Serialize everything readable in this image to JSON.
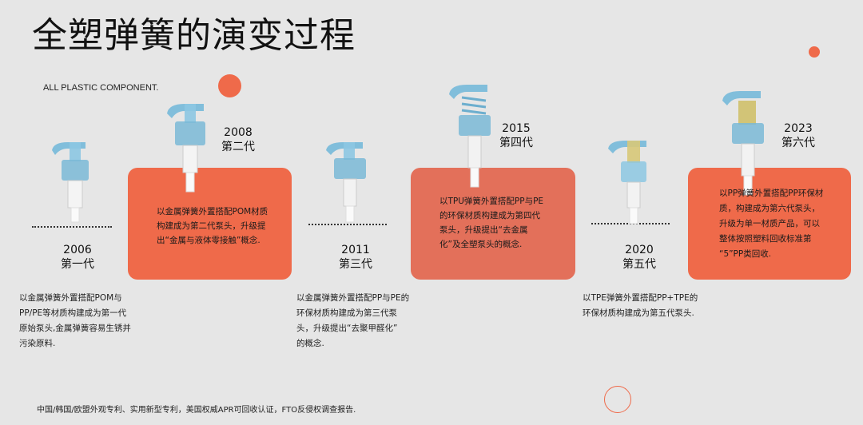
{
  "title": "全塑弹簧的演变过程",
  "subtitle": "ALL PLASTIC COMPONENT.",
  "accent_color": "#ef6a4a",
  "generations": [
    {
      "year": "2006",
      "gen": "第一代",
      "text": [
        "以金属弹簧外置搭配POM与",
        "PP/PE等材质构建成为第一代",
        "原始泵头,金属弹簧容易生锈并",
        "污染原料."
      ]
    },
    {
      "year": "2008",
      "gen": "第二代",
      "text": [
        "以金属弹簧外置搭配POM材质",
        "构建成为第二代泵头，升级提",
        "出“金属与液体零接触”概念."
      ]
    },
    {
      "year": "2011",
      "gen": "第三代",
      "text": [
        "以金属弹簧外置搭配PP与PE的",
        "环保材质构建成为第三代泵",
        "头，升级提出“去聚甲醛化”",
        "的概念."
      ]
    },
    {
      "year": "2015",
      "gen": "第四代",
      "text": [
        "以TPU弹簧外置搭配PP与PE",
        "的环保材质构建成为第四代",
        "泵头，升级提出“去金属",
        "化”及全塑泵头的概念."
      ]
    },
    {
      "year": "2020",
      "gen": "第五代",
      "text": [
        "以TPE弹簧外置搭配PP+TPE的",
        "环保材质构建成为第五代泵头."
      ]
    },
    {
      "year": "2023",
      "gen": "第六代",
      "text": [
        "以PP弹簧外置搭配PP环保材",
        "质，构建成为第六代泵头，",
        "升级为单一材质产品，可以",
        "整体按照塑料回收标准第",
        "“5”PP类回收."
      ]
    }
  ],
  "footer": "中国/韩国/欧盟外观专利、实用新型专利，美国权威APR可回收认证，FTO反侵权调查报告."
}
